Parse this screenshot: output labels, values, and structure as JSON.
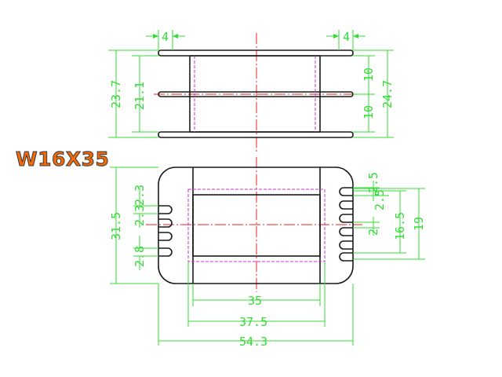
{
  "title": "W16X35",
  "colors": {
    "outline": "#1a1a1a",
    "dimension": "#33dd33",
    "centerline": "#ee2222",
    "hidden": "#cc33cc",
    "title_text": "#f06a0c",
    "title_outline": "#3a3a3a"
  },
  "side_view": {
    "dims": {
      "left_top_width": "4",
      "right_top_width": "4",
      "left_outer_height": "23.7",
      "left_inner_height": "21.1",
      "right_upper_gap": "10",
      "right_lower_gap": "10",
      "right_total_height": "24.7"
    }
  },
  "top_view": {
    "dims": {
      "left_height": "31.5",
      "left_upper_slot": "2.3",
      "left_lower_slot": "2.8",
      "right_top_slot": "2.5",
      "right_second_slot": "2.5",
      "right_lower_slot": "2",
      "right_span": "16.5",
      "right_total": "19",
      "width_inner": "35",
      "width_middle": "37.5",
      "width_total": "54.3"
    }
  }
}
